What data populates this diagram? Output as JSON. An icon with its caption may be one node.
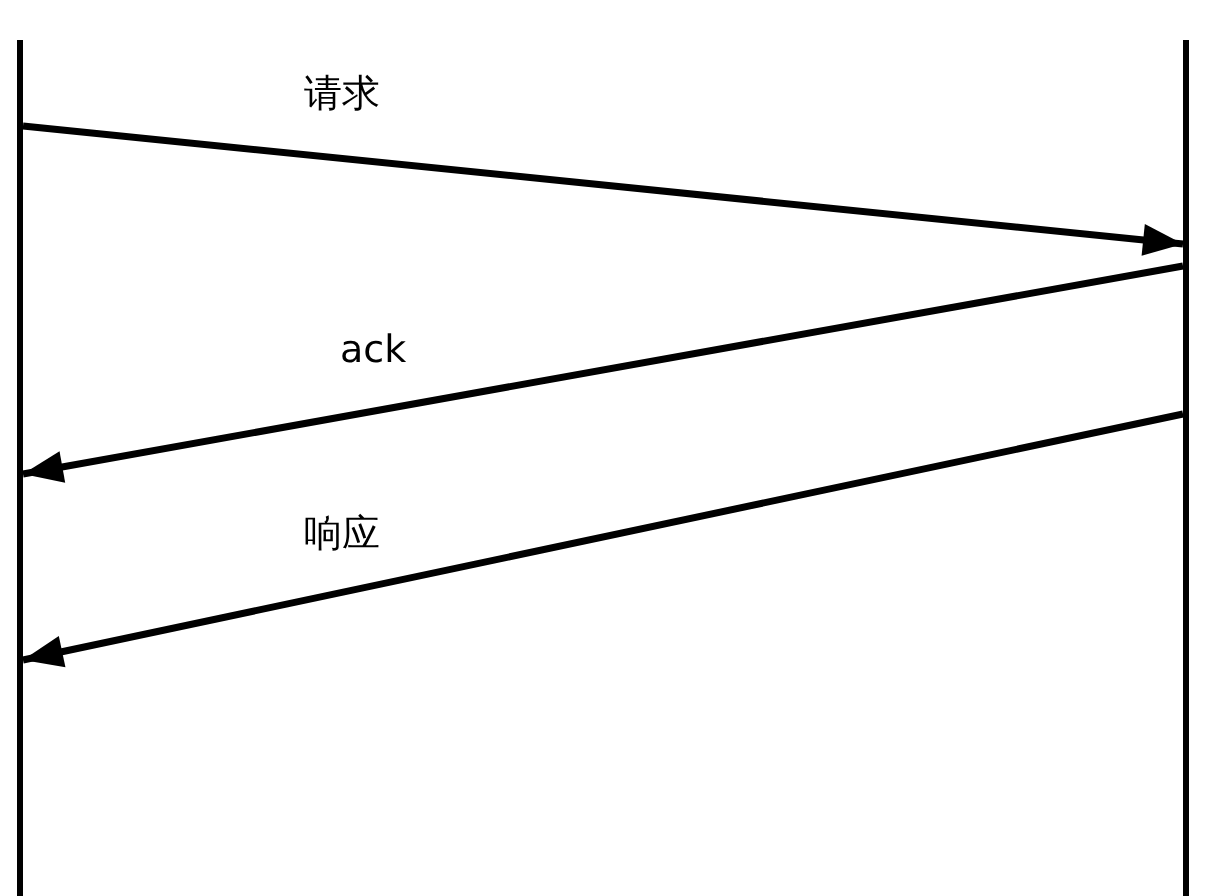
{
  "diagram": {
    "nodes": [
      {
        "text": [],
        "shape": "bar"
      },
      {
        "text": [],
        "shape": "bar"
      }
    ],
    "edges": [
      {
        "from": 0,
        "to": 1,
        "arrow": "to",
        "label": "请求"
      },
      {
        "from": 1,
        "to": 0,
        "arrow": "to",
        "label": "ack"
      },
      {
        "from": 1,
        "to": 0,
        "arrow": "to",
        "label": "响应"
      }
    ]
  }
}
